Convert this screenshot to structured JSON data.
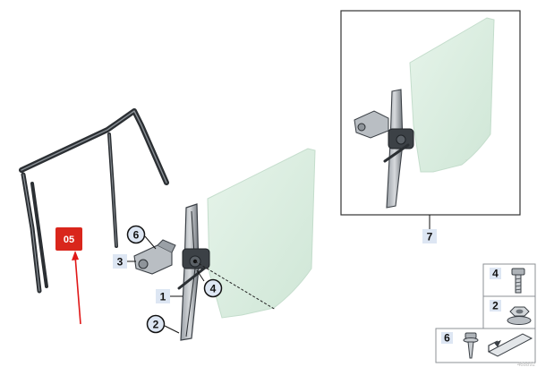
{
  "reference_tag": {
    "label": "05",
    "color": "#d9261c"
  },
  "callouts": {
    "c1": "1",
    "c2": "2",
    "c3": "3",
    "c4": "4",
    "c6": "6",
    "c7": "7"
  },
  "hardware_panel": {
    "items": [
      {
        "number": "4",
        "icon": "bolt-icon"
      },
      {
        "number": "2",
        "icon": "hex-nut-icon"
      },
      {
        "number": "6",
        "icon": "screw-with-washer-icon"
      }
    ]
  },
  "footer_code": "468892",
  "colors": {
    "glass": "#dcefe3",
    "glass_edge": "#c4ddcc",
    "seal": "#2b2f33",
    "mechanism": "#4a4f55",
    "label_bg": "#dde6f3",
    "arrow": "#e01818"
  }
}
